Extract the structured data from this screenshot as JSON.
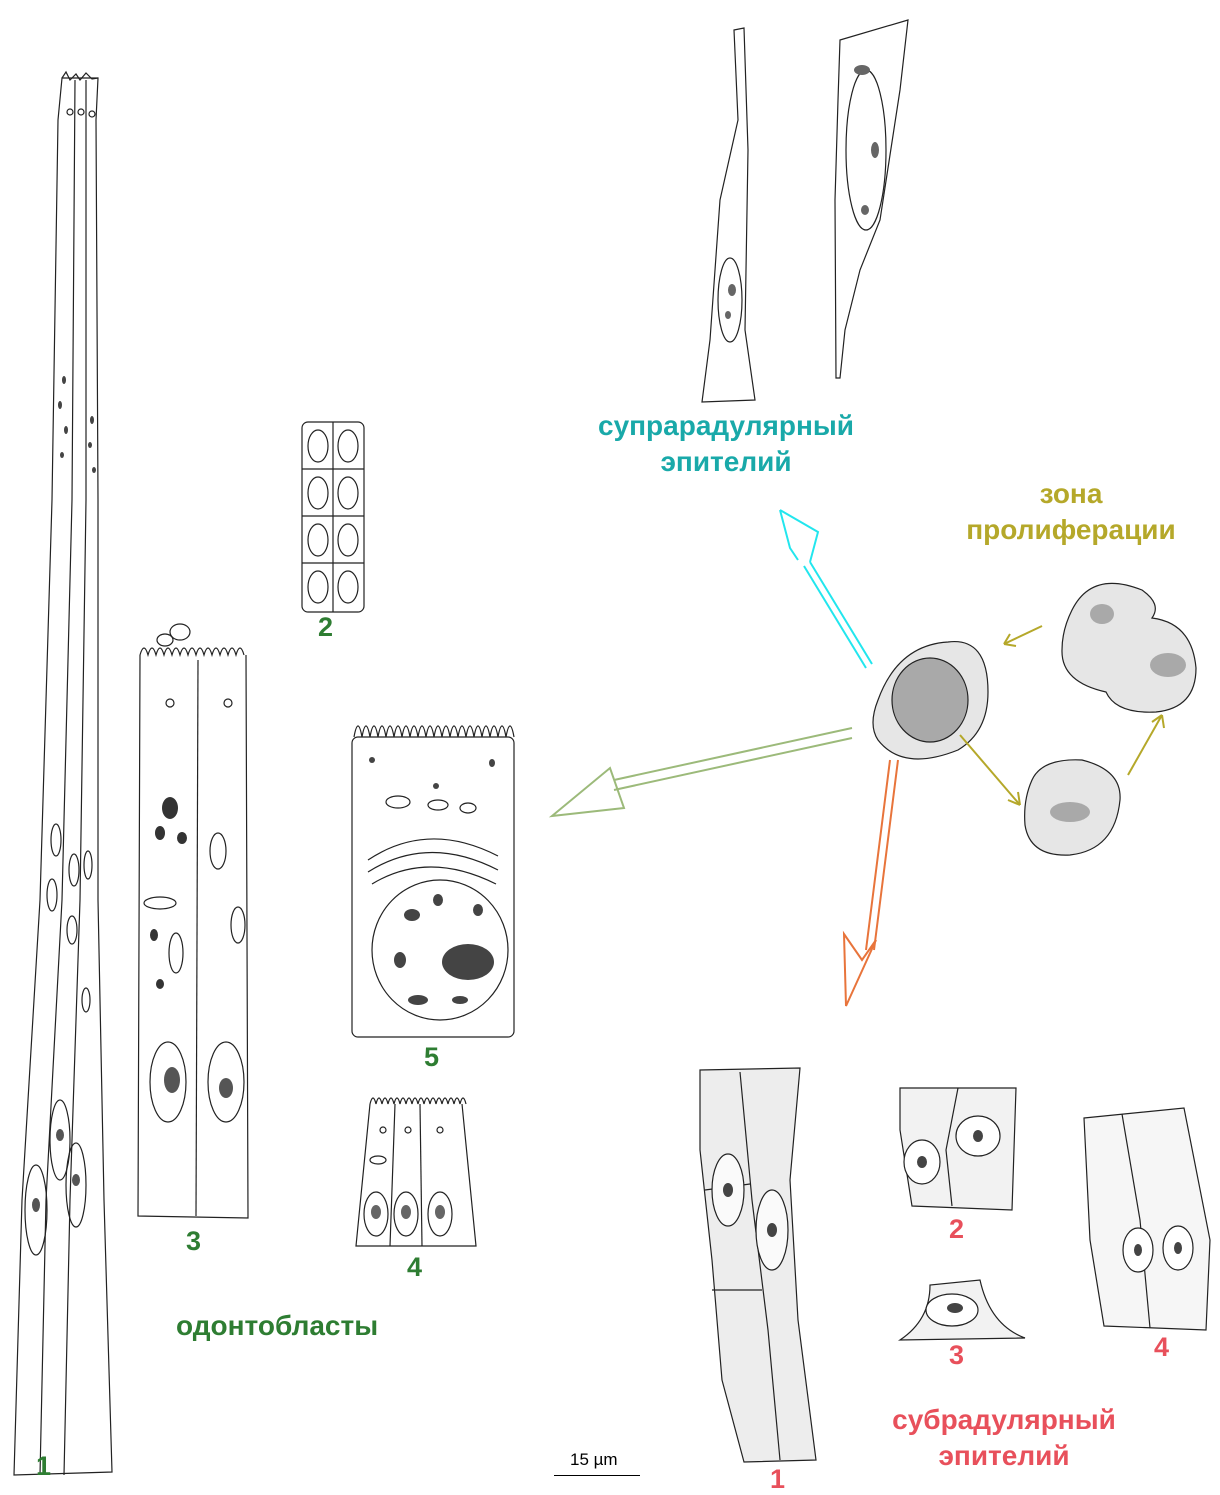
{
  "colors": {
    "odontoblast": "#2e7d32",
    "supraradular": "#19a9a9",
    "proliferation": "#b5a82a",
    "subradular": "#e8505b",
    "arrow_cyan": "#22e6ee",
    "arrow_green": "#9cba7a",
    "arrow_orange": "#e8743b",
    "arrow_olive": "#b5a82a",
    "outline": "#222222",
    "cell_fill": "#eeeeee",
    "nucleus_fill": "#a9a9a9"
  },
  "labels": {
    "odontoblasts_title": "одонтобласты",
    "odontoblast_1": "1",
    "odontoblast_2": "2",
    "odontoblast_3": "3",
    "odontoblast_4": "4",
    "odontoblast_5": "5",
    "supraradular_line1": "супрарадулярный",
    "supraradular_line2": "эпителий",
    "proliferation_line1": "зона",
    "proliferation_line2": "пролиферации",
    "subradular_line1": "субрадулярный",
    "subradular_line2": "эпителий",
    "subradular_1": "1",
    "subradular_2": "2",
    "subradular_3": "3",
    "subradular_4": "4"
  },
  "scale_bar": {
    "label": "15 µm"
  }
}
